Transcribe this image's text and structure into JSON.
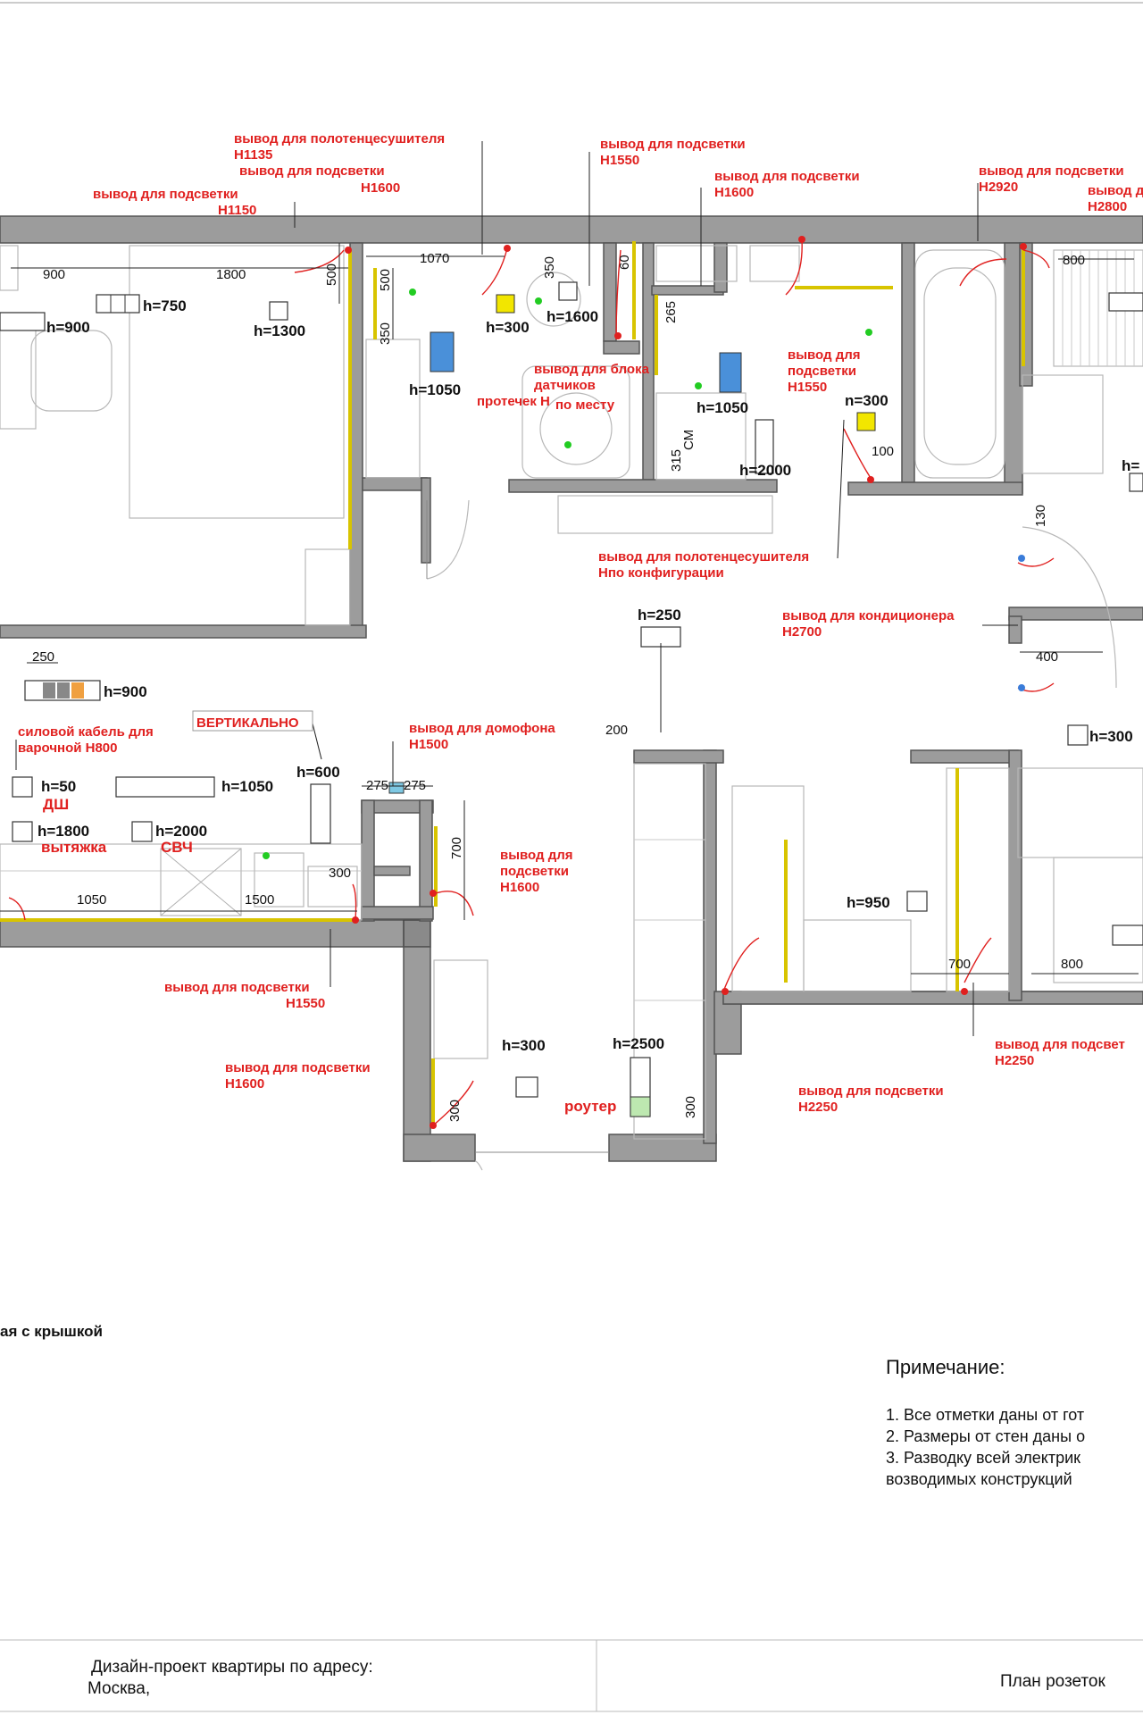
{
  "labels_red": {
    "towel_1_a": "вывод для полотенцесушителя",
    "towel_1_b": "H1135",
    "light_1_a": "вывод для подсветки",
    "light_1_b": "H1600",
    "light_2_a": "вывод для подсветки",
    "light_2_b": "H1150",
    "light_3_a": "вывод для подсветки",
    "light_3_b": "H1550",
    "light_4_a": "вывод для подсветки",
    "light_4_b": "H1600",
    "light_5_a": "вывод для подсветки",
    "light_5_b": "H2920",
    "light_6_a": "вывод д",
    "light_6_b": "H2800",
    "sensor_a": "вывод для блока",
    "sensor_b": "датчиков",
    "sensor_c": "протечек H",
    "sensor_d": "по месту",
    "light_7_a": "вывод для",
    "light_7_b": "подсветки",
    "light_7_c": "H1550",
    "towel_2_a": "вывод для полотенцесушителя",
    "towel_2_b": "Hпо конфигурации",
    "ac_a": "вывод для кондиционера",
    "ac_b": "H2700",
    "power_a": "силовой кабель для",
    "power_b": "варочной H800",
    "vertical": "ВЕРТИКАЛЬНО",
    "intercom_a": "вывод для домофона",
    "intercom_b": "H1500",
    "dsh": "ДШ",
    "hood": "вытяжка",
    "svch": "СВЧ",
    "light_8_a": "вывод для",
    "light_8_b": "подсветки",
    "light_8_c": "H1600",
    "light_9_a": "вывод для подсветки",
    "light_9_b": "H1550",
    "light_10_a": "вывод для подсветки",
    "light_10_b": "H1600",
    "router": "роутер",
    "light_11_a": "вывод для подсветки",
    "light_11_b": "H2250",
    "light_12_a": "вывод для подсвет",
    "light_12_b": "H2250"
  },
  "heights": {
    "h750": "h=750",
    "h900a": "h=900",
    "h1300": "h=1300",
    "h300a": "h=300",
    "h1600": "h=1600",
    "h1050a": "h=1050",
    "h1050b": "h=1050",
    "h2000a": "h=2000",
    "n300": "n=300",
    "h250": "h=250",
    "h900b": "h=900",
    "h300b": "h=300",
    "h50": "h=50",
    "h1050c": "h=1050",
    "h600": "h=600",
    "h1800": "h=1800",
    "h2000b": "h=2000",
    "h950": "h=950",
    "h300c": "h=300",
    "h2500": "h=2500",
    "h_cut": "h="
  },
  "dims": {
    "d900": "900",
    "d1800": "1800",
    "d500a": "500",
    "d500b": "500",
    "d350a": "350",
    "d1070": "1070",
    "d350b": "350",
    "d60": "60",
    "d265": "265",
    "d315": "315",
    "d100": "100",
    "d800a": "800",
    "d130": "130",
    "d250": "250",
    "d400": "400",
    "d200": "200",
    "d275a": "275",
    "d275b": "275",
    "d700a": "700",
    "d300a": "300",
    "d1050": "1050",
    "d1500": "1500",
    "d700b": "700",
    "d800b": "800",
    "d300b": "300",
    "d300c": "300",
    "sm": "СМ"
  },
  "legend": {
    "cover": "ая с крышкой"
  },
  "notes": {
    "title": "Примечание:",
    "n1": "1. Все отметки даны от гот",
    "n2": "2. Размеры от стен даны о",
    "n3": "3. Разводку всей электрик",
    "n4": "возводимых конструкций"
  },
  "title_block": {
    "project_line1": "Дизайн-проект квартиры по адресу:",
    "project_line2": "Москва,",
    "sheet": "План розеток"
  },
  "colors": {
    "annotation": "#e0201f",
    "wall": "#9c9c9c",
    "led_strip": "#d8c400",
    "socket_blue": "#4a90d9",
    "socket_yellow": "#f2e600",
    "socket_orange": "#f0a040",
    "socket_green": "#bde8b0"
  }
}
